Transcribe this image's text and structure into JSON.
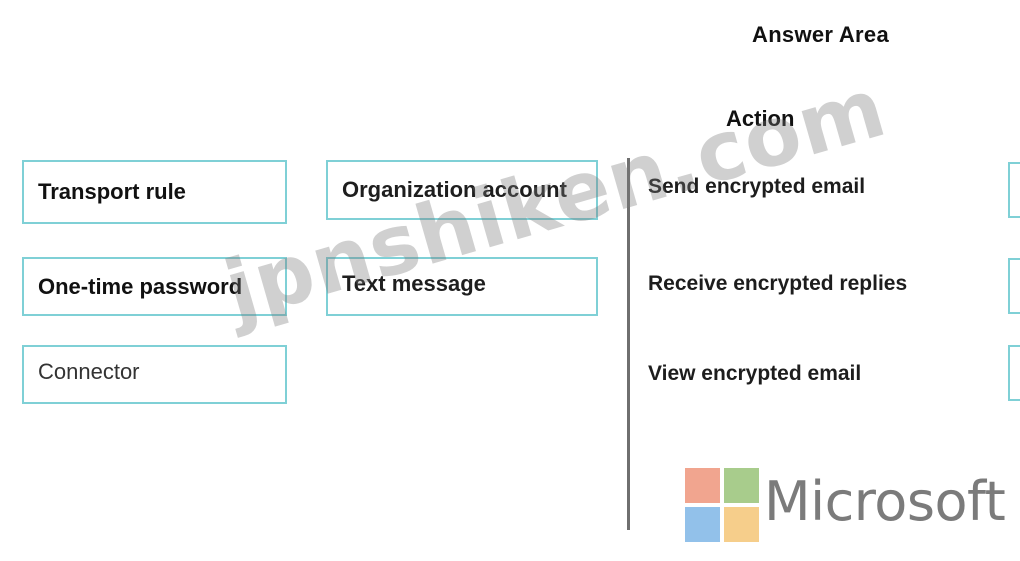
{
  "answer_area": {
    "title": "Answer Area",
    "column_header": "Action"
  },
  "options": [
    {
      "label": "Transport rule"
    },
    {
      "label": "Organization account"
    },
    {
      "label": "One-time password"
    },
    {
      "label": "Text message"
    },
    {
      "label": "Connector"
    }
  ],
  "actions": [
    {
      "label": "Send encrypted email"
    },
    {
      "label": "Receive encrypted replies"
    },
    {
      "label": "View encrypted email"
    }
  ],
  "branding": {
    "logo_text": "Microsoft",
    "logo_colors": [
      "#f1a58f",
      "#a8cc8c",
      "#92c1ea",
      "#f6ce8b"
    ],
    "watermark_text": "jpnshiken.com"
  },
  "colors": {
    "box_border": "#7fd0d6",
    "divider": "#6f6f6f"
  }
}
